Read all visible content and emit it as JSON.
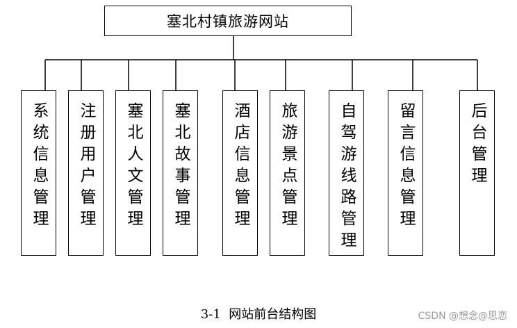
{
  "diagram": {
    "root": "塞北村镇旅游网站",
    "children": [
      "系统信息管理",
      "注册用户管理",
      "塞北人文管理",
      "塞北故事管理",
      "酒店信息管理",
      "旅游景点管理",
      "自驾游线路管理",
      "留言信息管理",
      "后台管理"
    ]
  },
  "caption": "3-1  网站前台结构图",
  "watermark": "CSDN @想念@思恋"
}
